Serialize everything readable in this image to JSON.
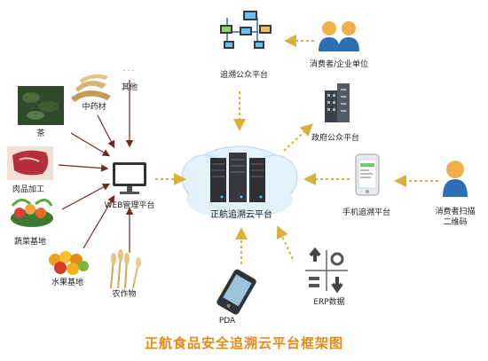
{
  "title": "正航食品安全追溯云平台框架图",
  "center": {
    "label": "正航追溯云平台"
  },
  "platforms": {
    "web": "WEB管理平台",
    "public_trace": "追溯公众平台",
    "gov": "政府公众平台",
    "mobile": "手机追溯平台",
    "erp": "ERP数据",
    "pda": "PDA"
  },
  "sources": {
    "herb": "中药材",
    "other": "其他",
    "tea": "茶",
    "meat": "肉品加工",
    "veg": "蔬菜基地",
    "fruit": "水果基地",
    "crop": "农作物"
  },
  "users": {
    "consumer_enterprise": "消费者/企业单位",
    "consumer_scan_1": "消费者扫描",
    "consumer_scan_2": "二维码"
  },
  "other_glyph": "...",
  "colors": {
    "arrow_gold": "#d8b13a",
    "arrow_dark": "#6b2a2a",
    "title": "#e48a1a",
    "cloud": "#e3f1fb"
  }
}
